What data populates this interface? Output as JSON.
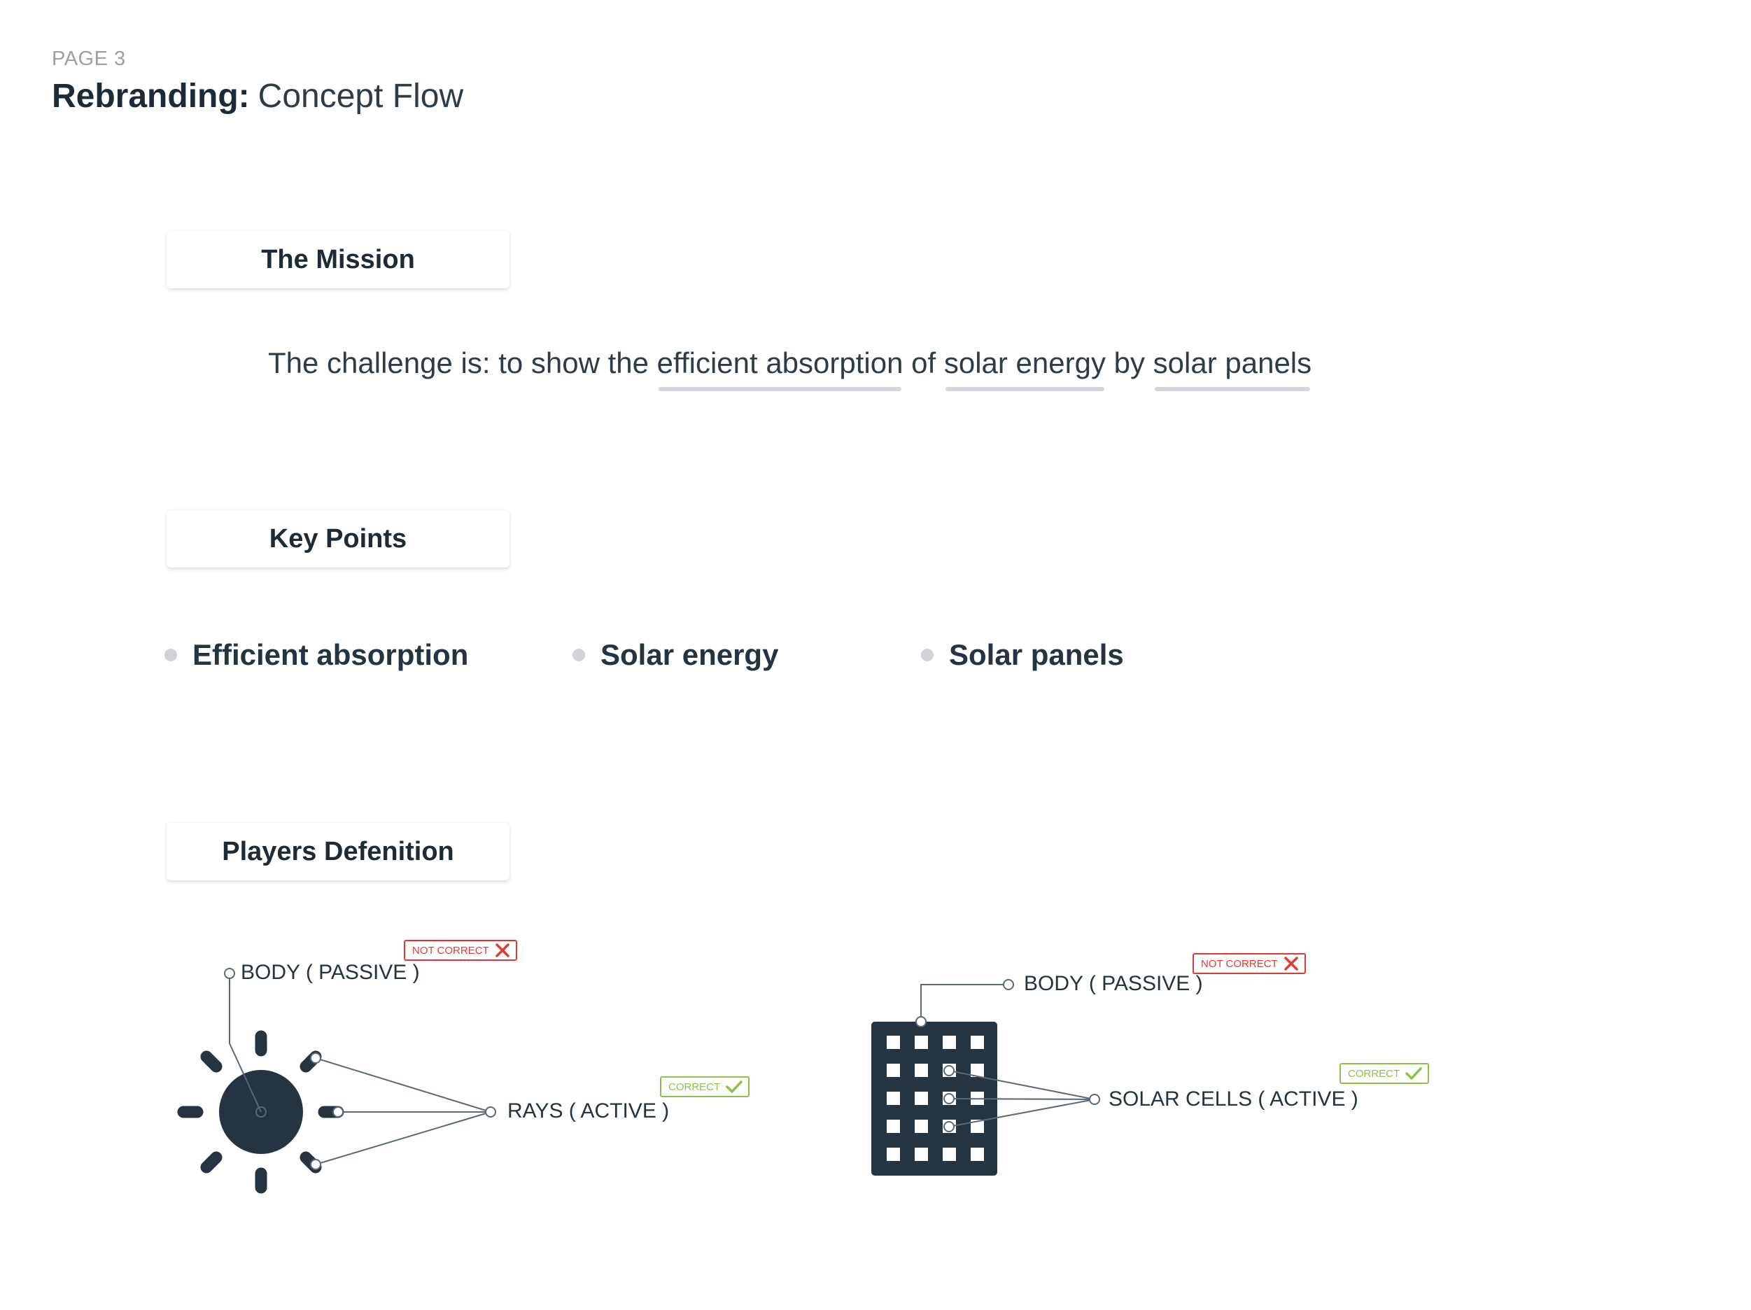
{
  "header": {
    "page_label": "PAGE 3",
    "title_strong": "Rebranding:",
    "title_light": "Concept Flow"
  },
  "mission": {
    "heading": "The Mission",
    "parts": [
      "The challenge is: to show the ",
      "efficient absorption",
      " of ",
      "solar energy",
      " by ",
      "solar panels"
    ]
  },
  "key_points": {
    "heading": "Key Points",
    "items": [
      "Efficient absorption",
      "Solar energy",
      "Solar panels"
    ]
  },
  "players": {
    "heading": "Players Defenition",
    "sun": {
      "body_label": "BODY ( PASSIVE )",
      "body_status": "NOT CORRECT",
      "rays_label": "RAYS ( ACTIVE )",
      "rays_status": "CORRECT"
    },
    "panel": {
      "body_label": "BODY ( PASSIVE )",
      "body_status": "NOT CORRECT",
      "cells_label": "SOLAR CELLS ( ACTIVE )",
      "cells_status": "CORRECT"
    }
  },
  "colors": {
    "ink": "#263340",
    "line": "#5a6878",
    "underline": "#d4d6dc",
    "not_correct": "#e53935",
    "correct": "#8bc34a"
  },
  "icons": [
    "sun-icon",
    "solar-panel-icon",
    "cross-icon",
    "check-icon"
  ]
}
